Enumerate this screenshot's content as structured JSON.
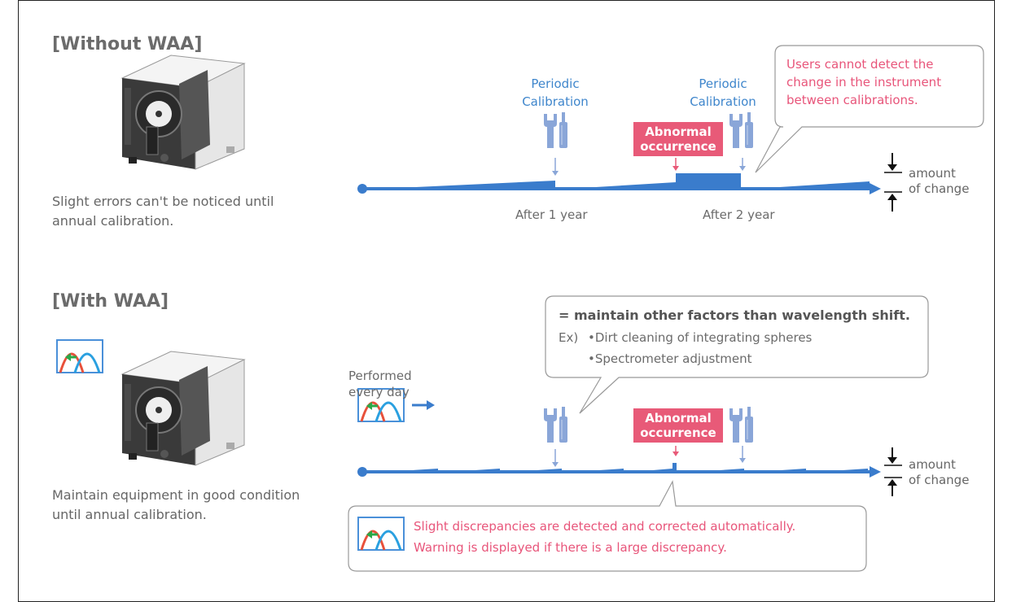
{
  "without": {
    "heading": "[Without WAA]",
    "description": "Slight errors can't be noticed until annual calibration.",
    "periodic_label_1": "Periodic\nCalibration",
    "periodic_label_2": "Periodic\nCalibration",
    "abnormal": "Abnormal\noccurrence",
    "after_1": "After 1 year",
    "after_2": "After 2 year",
    "callout": "Users cannot detect the change in the instrument between calibrations.",
    "amount_label": "amount\nof change"
  },
  "with": {
    "heading": "[With WAA]",
    "description": "Maintain equipment in good condition until annual calibration.",
    "performed": "Performed\nevery day",
    "abnormal": "Abnormal\noccurrence",
    "callout_title": "= maintain other factors than wavelength shift.",
    "callout_ex": "Ex)",
    "callout_item_1": "•Dirt cleaning of integrating spheres",
    "callout_item_2": "•Spectrometer adjustment",
    "bottom_line_1": "Slight discrepancies are detected and corrected automatically.",
    "bottom_line_2": "Warning is displayed if there is a large discrepancy.",
    "amount_label": "amount\nof change"
  },
  "colors": {
    "timeline_blue": "#3a7ccc",
    "label_blue": "#3f86cc",
    "pink": "#e85a78",
    "tool_blue": "#8aa6d8"
  },
  "icons": [
    "spectrometer-instrument",
    "wrench-screwdriver-icon",
    "spectrum-curves-icon",
    "arrow-right-icon"
  ]
}
